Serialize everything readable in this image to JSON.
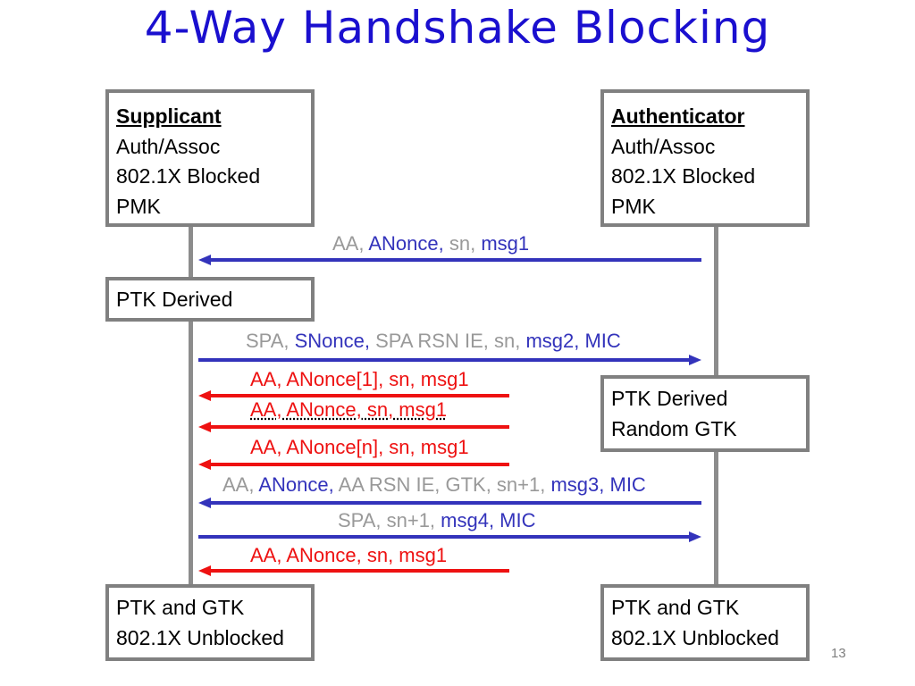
{
  "title": "4-Way Handshake Blocking",
  "page_number": "13",
  "colors": {
    "blue": "#3333bb",
    "red": "#ee1111",
    "gray_text": "#999999",
    "title": "#1a0fcf",
    "box_border": "#808080"
  },
  "supplicant_box": {
    "heading": "Supplicant",
    "lines": [
      "Auth/Assoc",
      "802.1X Blocked",
      "PMK"
    ]
  },
  "authenticator_box": {
    "heading": "Authenticator",
    "lines": [
      "Auth/Assoc",
      "802.1X Blocked",
      "PMK"
    ]
  },
  "supplicant_ptk_box": {
    "lines": [
      "PTK Derived"
    ]
  },
  "authenticator_ptk_box": {
    "lines": [
      "PTK Derived",
      "Random GTK"
    ]
  },
  "supplicant_final_box": {
    "lines": [
      "PTK and GTK",
      "802.1X Unblocked"
    ]
  },
  "authenticator_final_box": {
    "lines": [
      "PTK and GTK",
      "802.1X Unblocked"
    ]
  },
  "messages": [
    {
      "id": "m1",
      "direction": "left",
      "color": "blue",
      "parts": [
        {
          "text": "AA, ",
          "color": "gray"
        },
        {
          "text": "ANonce,",
          "color": "blue"
        },
        {
          "text": " sn, ",
          "color": "gray"
        },
        {
          "text": "msg1",
          "color": "blue"
        }
      ]
    },
    {
      "id": "m2",
      "direction": "right",
      "color": "blue",
      "parts": [
        {
          "text": "SPA, ",
          "color": "gray"
        },
        {
          "text": "SNonce,",
          "color": "blue"
        },
        {
          "text": " SPA RSN IE, sn, ",
          "color": "gray"
        },
        {
          "text": "msg2, MIC",
          "color": "blue"
        }
      ]
    },
    {
      "id": "m3",
      "direction": "left",
      "color": "red",
      "parts": [
        {
          "text": "AA, ANonce[1], sn, msg1",
          "color": "red"
        }
      ]
    },
    {
      "id": "m4",
      "direction": "left",
      "color": "red",
      "parts": [
        {
          "text": "AA, ANonce, sn, msg1",
          "color": "red"
        }
      ]
    },
    {
      "id": "m5",
      "direction": "left",
      "color": "red",
      "parts": [
        {
          "text": "AA, ANonce[n], sn, msg1",
          "color": "red"
        }
      ]
    },
    {
      "id": "m6",
      "direction": "left",
      "color": "blue",
      "parts": [
        {
          "text": "AA, ",
          "color": "gray"
        },
        {
          "text": "ANonce,",
          "color": "blue"
        },
        {
          "text": " AA RSN IE, GTK, sn+1, ",
          "color": "gray"
        },
        {
          "text": "msg3, MIC",
          "color": "blue"
        }
      ]
    },
    {
      "id": "m7",
      "direction": "right",
      "color": "blue",
      "parts": [
        {
          "text": "SPA, sn+1, ",
          "color": "gray"
        },
        {
          "text": "msg4, MIC",
          "color": "blue"
        }
      ]
    },
    {
      "id": "m8",
      "direction": "left",
      "color": "red",
      "parts": [
        {
          "text": "AA, ANonce, sn, msg1",
          "color": "red"
        }
      ]
    }
  ]
}
